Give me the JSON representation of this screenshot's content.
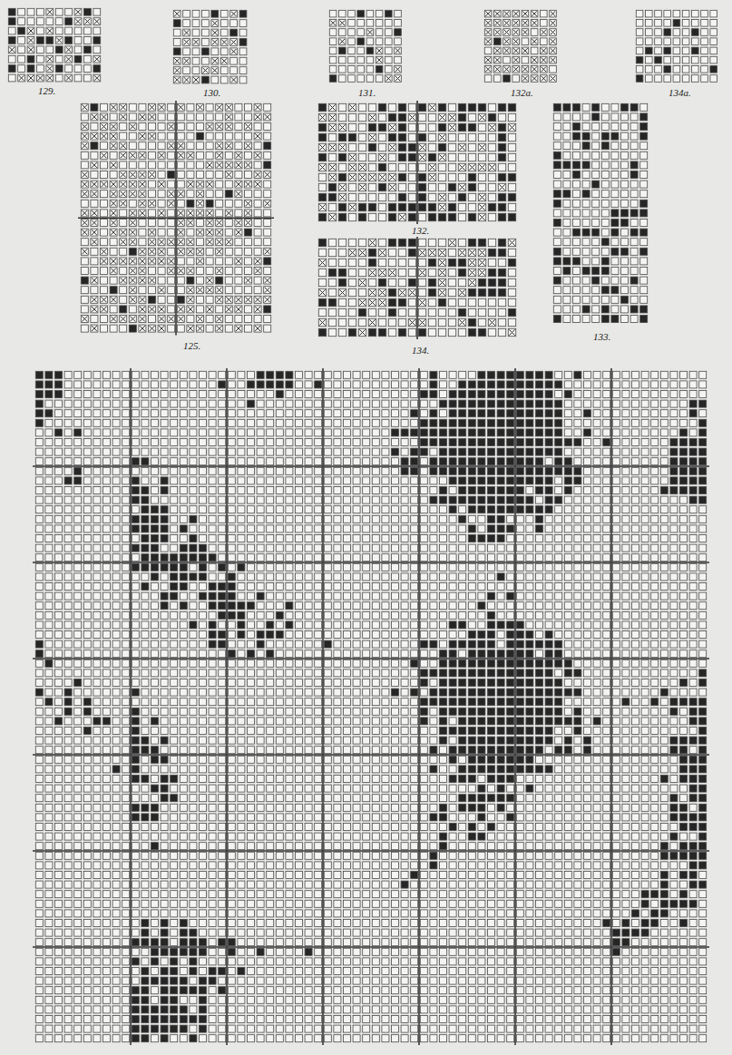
{
  "diagram": {
    "labels": [
      "129.",
      "130.",
      "131.",
      "132a.",
      "134a.",
      "125.",
      "132.",
      "134.",
      "133."
    ]
  }
}
